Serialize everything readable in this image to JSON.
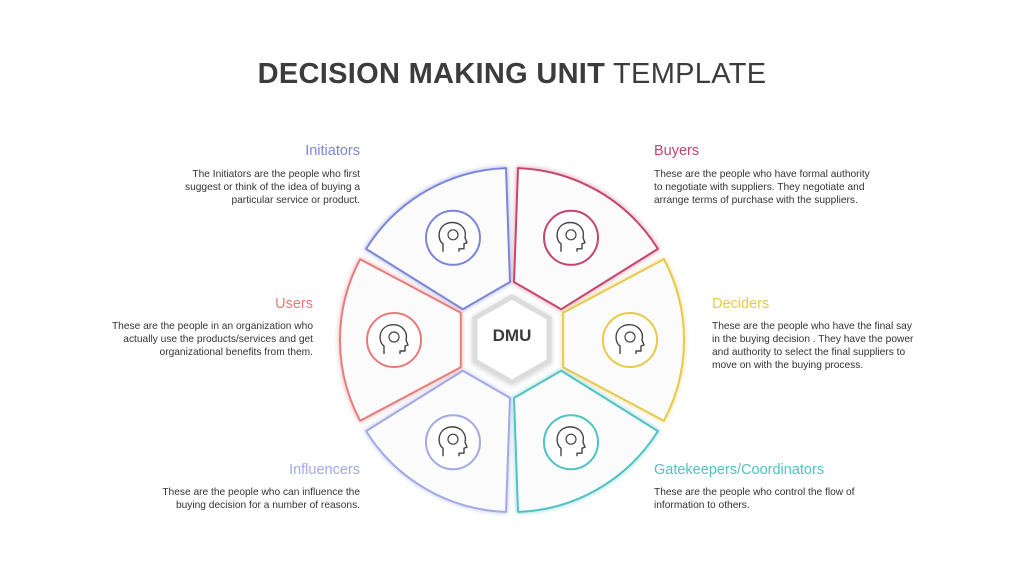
{
  "title": {
    "bold": "DECISION MAKING UNIT",
    "light": "TEMPLATE"
  },
  "center": {
    "label": "DMU"
  },
  "segments": {
    "initiators": {
      "title": "Initiators",
      "color": "#7c86d8",
      "desc": [
        "The Initiators  are the people who first",
        "suggest or think of the idea of buying a",
        "particular service or product."
      ],
      "icon": "lightbulb-head-icon"
    },
    "buyers": {
      "title": "Buyers",
      "color": "#c5456d",
      "desc": [
        "These are the people who have formal authority",
        "to negotiate with suppliers. They negotiate and",
        "arrange terms of purchase with the suppliers."
      ],
      "icon": "handshake-icon"
    },
    "users": {
      "title": "Users",
      "color": "#e77b7b",
      "desc": [
        "These are the people in an organization who",
        "actually use the products/services and get",
        "organizational benefits from them."
      ],
      "icon": "gear-head-icon"
    },
    "deciders": {
      "title": "Deciders",
      "color": "#e8c94a",
      "desc": [
        "These are the people who have the final say",
        "in the buying decision . They have the power",
        "and authority to select the final suppliers to",
        "move on with the buying process."
      ],
      "icon": "decision-head-icon"
    },
    "influencers": {
      "title": "Influencers",
      "color": "#a3a8e6",
      "desc": [
        "These are the people who can influence  the",
        "buying decision for a number of reasons."
      ],
      "icon": "megaphone-head-icon"
    },
    "gatekeepers": {
      "title": "Gatekeepers/Coordinators",
      "color": "#4fc3c3",
      "desc": [
        "These are the people who control  the flow of",
        "information  to others."
      ],
      "icon": "gears-head-icon"
    }
  }
}
